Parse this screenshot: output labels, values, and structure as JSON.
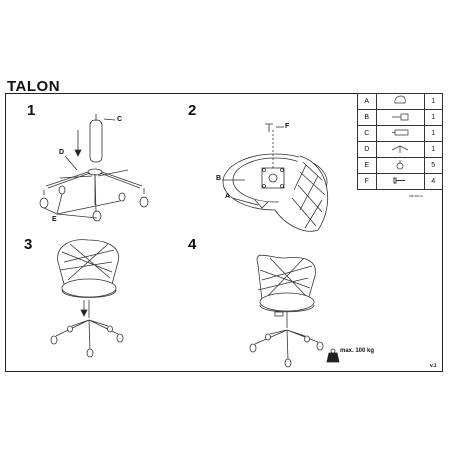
{
  "document": {
    "title": "TALON",
    "steps": [
      "1",
      "2",
      "3",
      "4"
    ],
    "callouts": {
      "c1": "C",
      "d1": "D",
      "e1": "E",
      "f2": "F",
      "b2": "B",
      "a2": "A"
    },
    "parts_table": [
      {
        "letter": "A",
        "qty": "1",
        "icon": "seat-icon"
      },
      {
        "letter": "B",
        "qty": "1",
        "icon": "mechanism-icon"
      },
      {
        "letter": "C",
        "qty": "1",
        "icon": "gas-lift-icon"
      },
      {
        "letter": "D",
        "qty": "1",
        "icon": "base-icon"
      },
      {
        "letter": "E",
        "qty": "5",
        "icon": "caster-icon"
      },
      {
        "letter": "F",
        "qty": "4",
        "icon": "screw-icon"
      }
    ],
    "screw_spec": "M6×20mm",
    "max_load": "max. 100 kg",
    "version": "v.1"
  }
}
